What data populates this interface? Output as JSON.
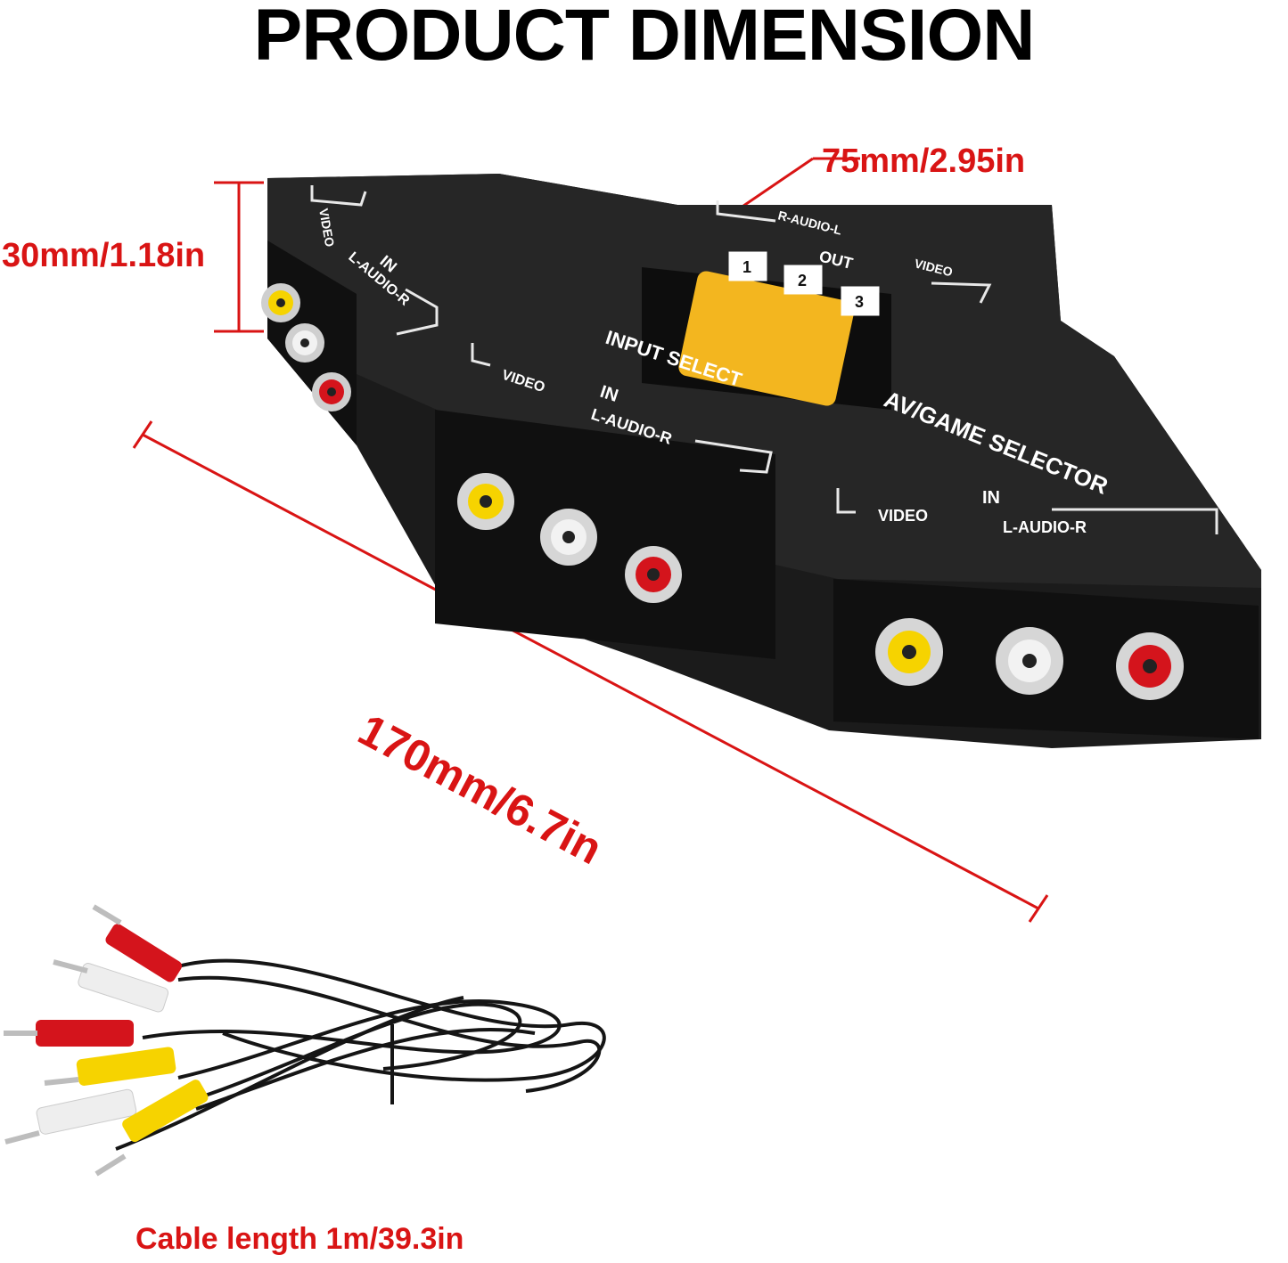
{
  "title": "PRODUCT DIMENSION",
  "dimensions": {
    "width": "75mm/2.95in",
    "height": "30mm/1.18in",
    "length": "170mm/6.7in",
    "cable": "Cable length 1m/39.3in"
  },
  "device": {
    "brand_label": "AV/GAME SELECTOR",
    "select_label": "INPUT SELECT",
    "out_label": "OUT",
    "out_audio_label": "R-AUDIO-L",
    "video_label": "VIDEO",
    "audio_label": "L-AUDIO-R",
    "in_prefix": "IN",
    "positions": [
      "1",
      "2",
      "3"
    ]
  },
  "colors": {
    "accent_red": "#d91414",
    "device_body": "#1b1b1b",
    "switch_yellow": "#f3b61f",
    "jack_yellow": "#f6d300",
    "jack_white": "#f2f2f2",
    "jack_red": "#d4141c"
  }
}
